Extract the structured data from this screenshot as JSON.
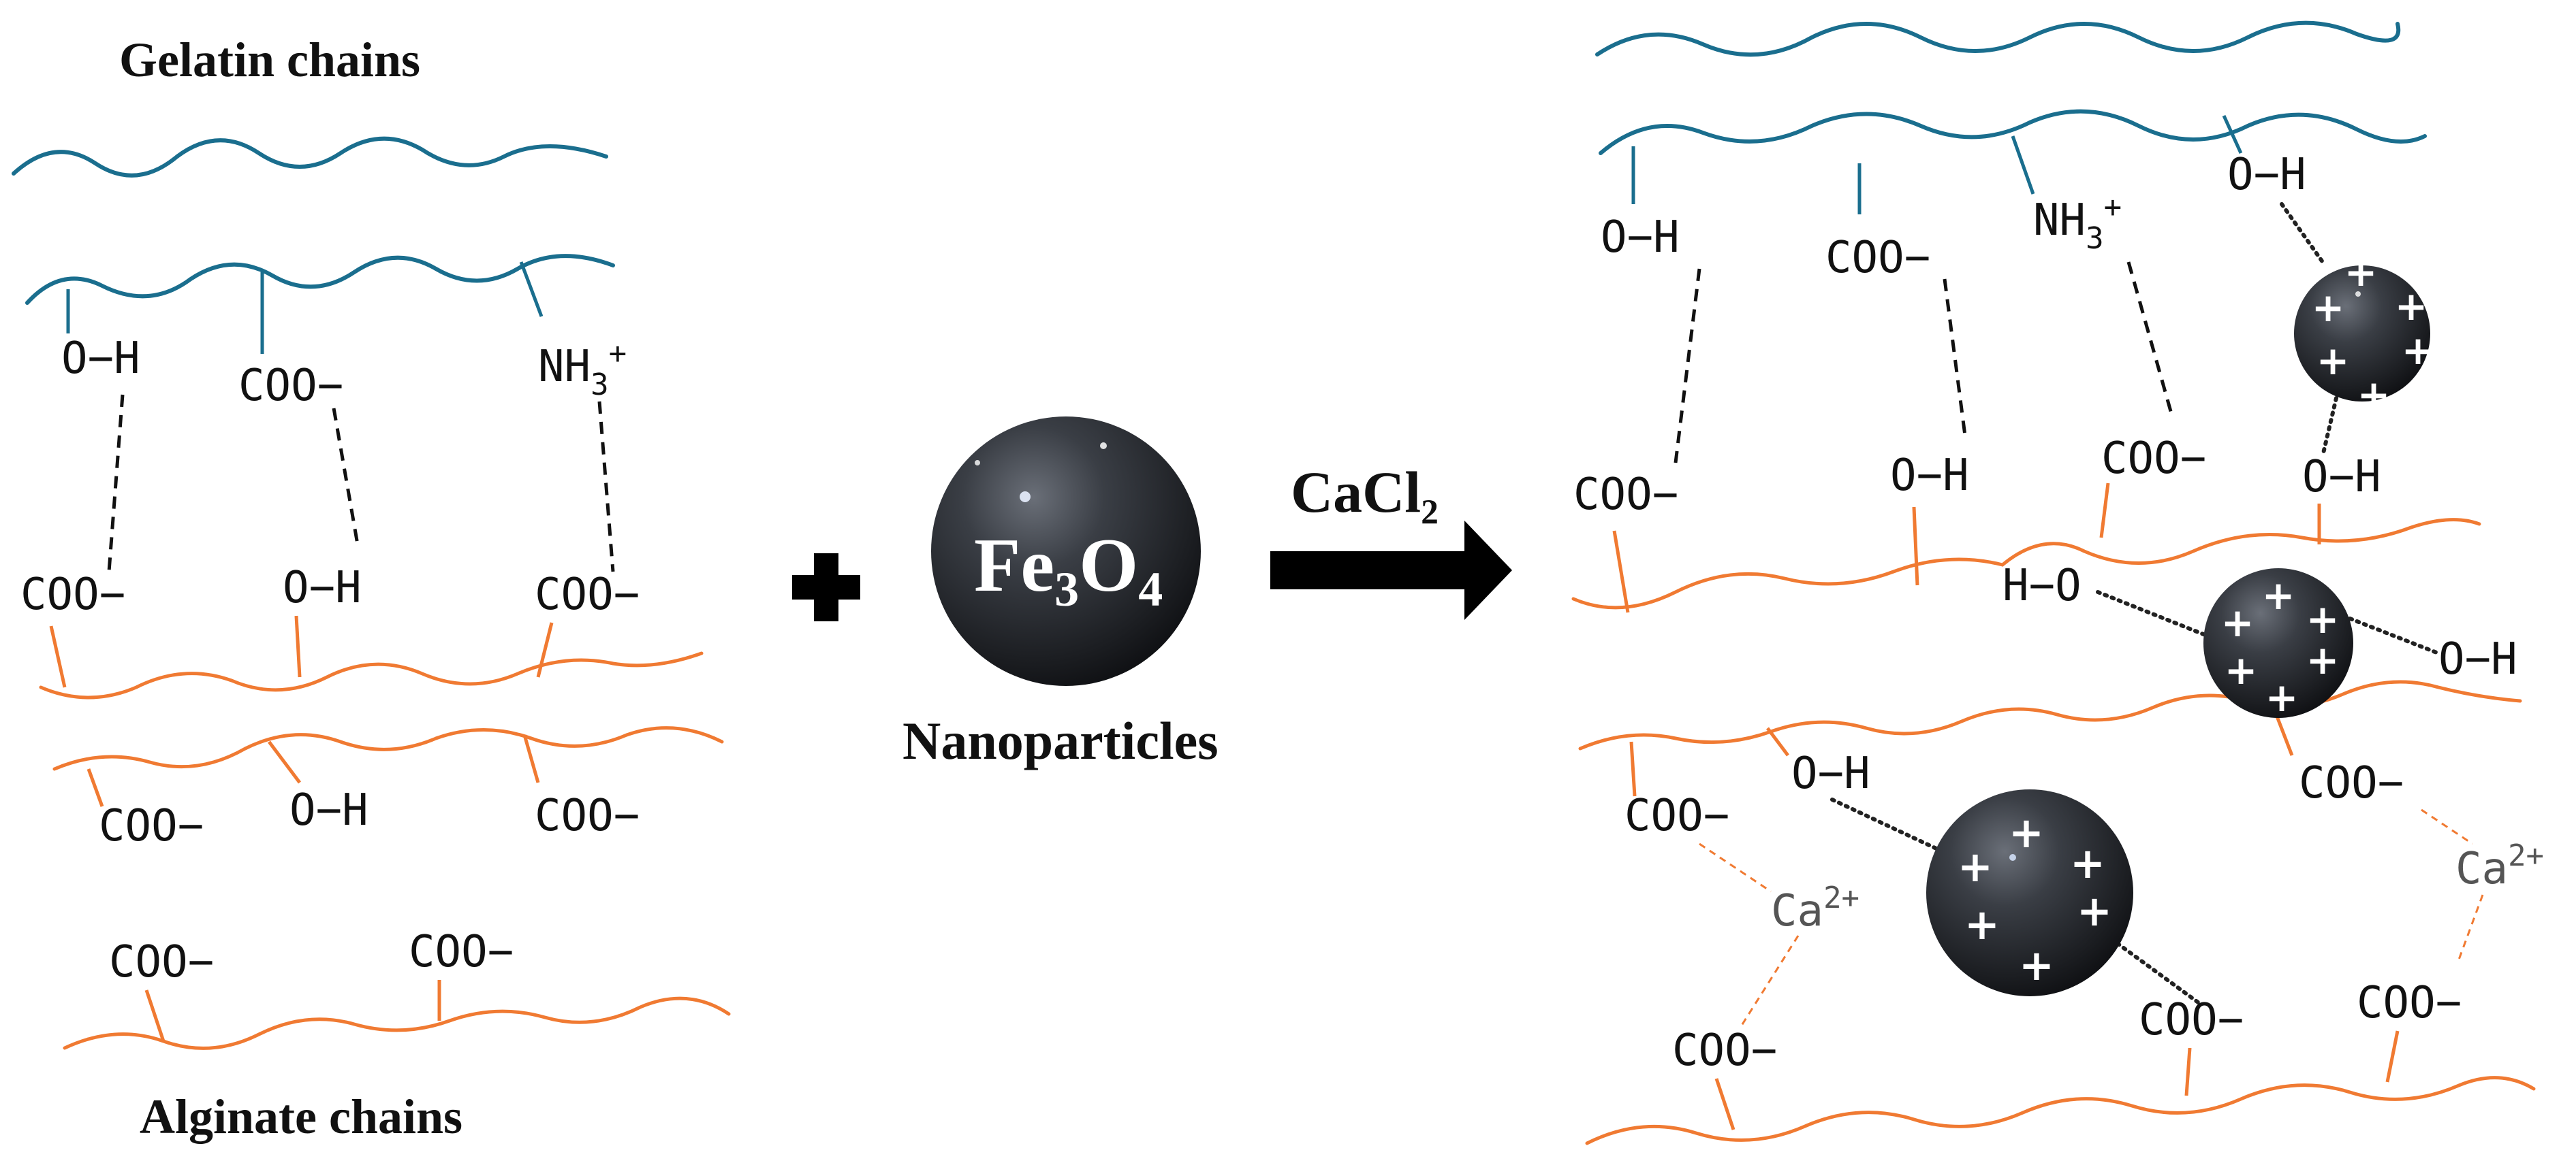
{
  "labels": {
    "gelatin_chains": "Gelatin chains",
    "alginate_chains": "Alginate chains",
    "nanoparticles": "Nanoparticles",
    "reagent": "CaCl₂",
    "particle_formula_main": "Fe",
    "particle_formula_sub1": "3",
    "particle_formula_o": "O",
    "particle_formula_sub2": "4"
  },
  "groups": {
    "oh": "O−H",
    "ho": "H−O",
    "coo": "COO−",
    "nh3": "NH",
    "nh3_sub": "3",
    "nh3_sup": "+",
    "ca": "Ca",
    "ca_sup": "2+",
    "charge": "+"
  },
  "colors": {
    "gelatin": "#1a6e8e",
    "alginate": "#f07a32",
    "particle_dark": "#1c1e22",
    "particle_light": "#6a6f78",
    "arrow": "#000000"
  },
  "icons": {
    "plus": "plus-icon",
    "arrow": "right-arrow-icon",
    "particle": "fe3o4-sphere-icon"
  }
}
